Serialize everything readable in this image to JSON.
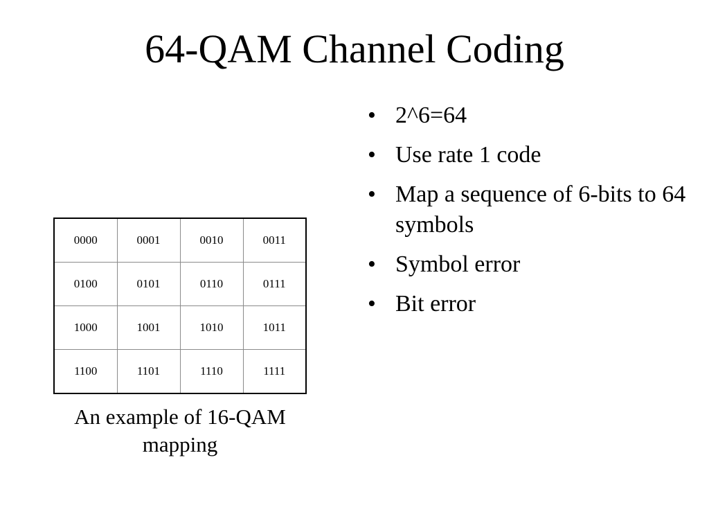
{
  "slide": {
    "title": "64-QAM Channel Coding"
  },
  "mapping_table": {
    "rows": [
      [
        "0000",
        "0001",
        "0010",
        "0011"
      ],
      [
        "0100",
        "0101",
        "0110",
        "0111"
      ],
      [
        "1000",
        "1001",
        "1010",
        "1011"
      ],
      [
        "1100",
        "1101",
        "1110",
        "1111"
      ]
    ],
    "caption": "An example of 16-QAM mapping"
  },
  "bullets": {
    "marker": "•",
    "items": [
      "2^6=64",
      "Use rate 1 code",
      "Map a sequence of 6-bits to 64 symbols",
      "Symbol error",
      "Bit error"
    ]
  }
}
